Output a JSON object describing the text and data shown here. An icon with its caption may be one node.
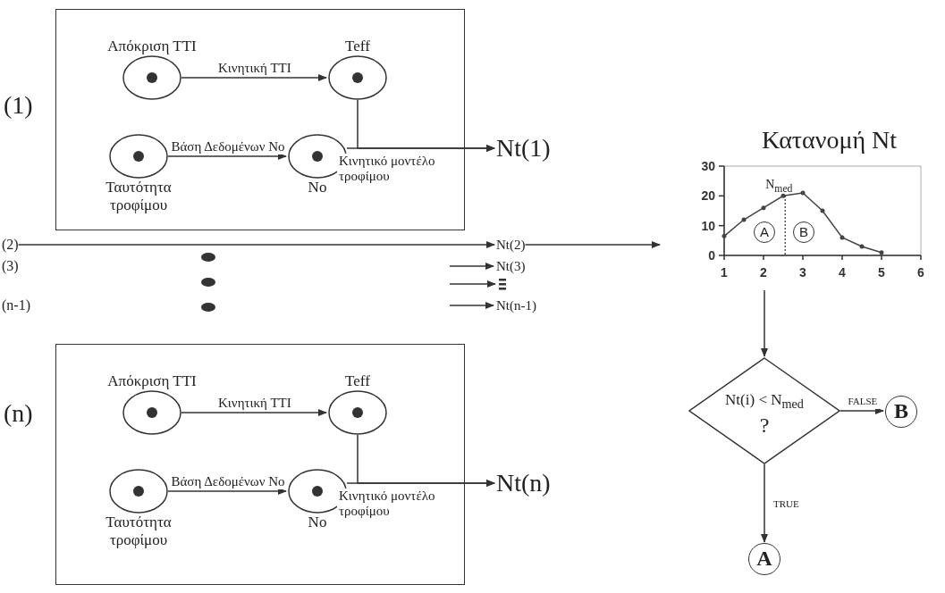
{
  "diagram": {
    "nodes": [
      {
        "text": [
          "(1)"
        ]
      },
      {
        "text": [
          "Απόκριση ΤΤΙ"
        ],
        "in": 0
      },
      {
        "text": [
          "Teff"
        ],
        "in": 0
      },
      {
        "text": [
          "Ταυτότητα τροφίμου"
        ],
        "in": 0
      },
      {
        "text": [
          "No"
        ],
        "in": 0
      },
      {
        "text": [
          "Nt(1)"
        ]
      },
      {
        "text": [
          "(2)"
        ]
      },
      {
        "text": [
          "Nt(2)"
        ]
      },
      {
        "text": [
          "Nt(3)"
        ]
      },
      {
        "text": [],
        "shape": "bar"
      },
      {
        "text": [
          "Nt(n-1)"
        ]
      },
      {
        "text": [
          "(n)"
        ]
      },
      {
        "text": [
          "Απόκριση ΤΤΙ"
        ],
        "in": 11
      },
      {
        "text": [
          "Teff"
        ],
        "in": 11
      },
      {
        "text": [
          "Ταυτότητα τροφίμου"
        ],
        "in": 11
      },
      {
        "text": [
          "No"
        ],
        "in": 11
      },
      {
        "text": [
          "Nt(n)"
        ]
      },
      {
        "text": [
          "Κατανομή Nt"
        ]
      },
      {
        "text": [
          "Nt(i) < N$_{med}$",
          "?"
        ]
      },
      {
        "text": [
          "B"
        ]
      },
      {
        "text": [
          "A"
        ]
      }
    ],
    "edges": [
      {
        "from": 1,
        "to": 2,
        "arrow": "to",
        "label": "Κινητική ΤΤΙ"
      },
      {
        "from": 3,
        "to": 4,
        "arrow": "to",
        "label": "Βάση Δεδομένων No"
      },
      {
        "from": 2,
        "to": 5,
        "arrow": "to"
      },
      {
        "from": 4,
        "to": 5,
        "arrow": "to",
        "label": "Κινητικό μοντέλο τροφίμου"
      },
      {
        "from": 6,
        "to": 7,
        "arrow": "to"
      },
      {
        "from": null,
        "to": 8,
        "arrow": "to"
      },
      {
        "from": null,
        "to": 9,
        "arrow": "to"
      },
      {
        "from": null,
        "to": 10,
        "arrow": "to"
      },
      {
        "from": 12,
        "to": 13,
        "arrow": "to",
        "label": "Κινητική ΤΤΙ"
      },
      {
        "from": 14,
        "to": 15,
        "arrow": "to",
        "label": "Βάση Δεδομένων No"
      },
      {
        "from": 13,
        "to": 16,
        "arrow": "to"
      },
      {
        "from": 15,
        "to": 16,
        "arrow": "to",
        "label": "Κινητικό μοντέλο τροφίμου"
      },
      {
        "from": 7,
        "to": 17,
        "arrow": "to"
      },
      {
        "from": 17,
        "to": 18,
        "arrow": "to"
      },
      {
        "from": 18,
        "to": 19,
        "arrow": "to",
        "label": "FALSE"
      },
      {
        "from": 18,
        "to": 20,
        "arrow": "to",
        "label": "TRUE"
      }
    ],
    "labels": [
      "(3)",
      "(n-1)"
    ],
    "chart_data": {
      "type": "line",
      "x": [
        1,
        1.5,
        2,
        2.5,
        3,
        3.5,
        4,
        4.5,
        5
      ],
      "series": [
        {
          "values": [
            6.5,
            12,
            16,
            20,
            21,
            15,
            6,
            3,
            1
          ]
        }
      ],
      "xlim": [
        1,
        6
      ],
      "ylim": [
        0,
        30
      ],
      "xticks": [
        1,
        2,
        3,
        4,
        5,
        6
      ],
      "yticks": [
        0,
        10,
        20,
        30
      ],
      "ref_lines": [
        {
          "axis": "x",
          "value": 2.55
        }
      ],
      "annotations": [
        {
          "text": "N$_{med}$",
          "x": 2.55,
          "y": 20
        },
        {
          "text": "A",
          "x": 2,
          "y": 8
        },
        {
          "text": "B",
          "x": 3,
          "y": 8
        }
      ]
    }
  }
}
